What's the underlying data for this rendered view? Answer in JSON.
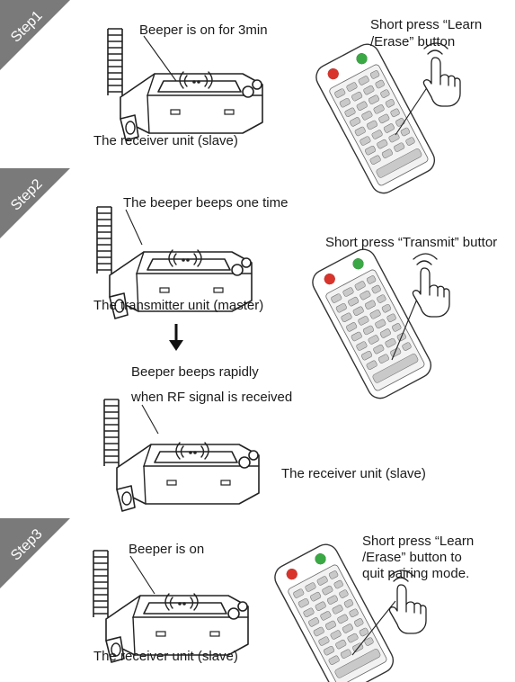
{
  "badge_color": "#7a7a7a",
  "led_red": "#d9342b",
  "led_green": "#3aa845",
  "step1": {
    "badge": "Step1",
    "beeper_note": "Beeper is on for 3min",
    "remote_note_1": "Short press “Learn",
    "remote_note_2": "/Erase” button",
    "unit_caption": "The receiver unit (slave)"
  },
  "step2": {
    "badge": "Step2",
    "beeper_note": "The beeper beeps one time",
    "remote_note": "Short press “Transmit” buttor",
    "unit_caption": "The transmitter unit (master)",
    "arrow_icon": "down-arrow-icon",
    "receive_note_1": "Beeper beeps rapidly",
    "receive_note_2": "when RF signal is received",
    "receiver_caption": "The receiver unit (slave)"
  },
  "step3": {
    "badge": "Step3",
    "beeper_note": "Beeper is on",
    "remote_note_1": "Short press “Learn",
    "remote_note_2": "/Erase” button to",
    "remote_note_3": "quit pairing mode.",
    "unit_caption": "The receiver unit (slave)"
  }
}
